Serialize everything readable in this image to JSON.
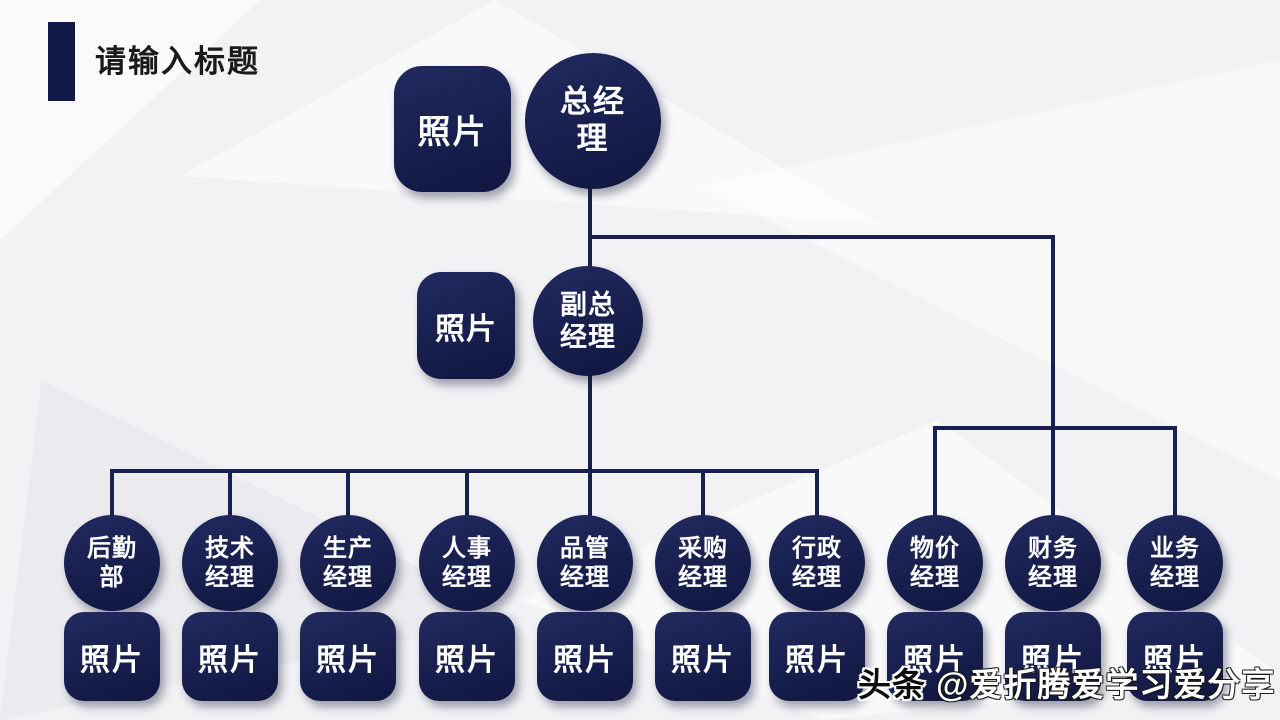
{
  "title": "请输入标题",
  "photo_label": "照片",
  "org": {
    "top": {
      "role": "总经理",
      "lines": [
        "总经",
        "理"
      ]
    },
    "vice": {
      "role": "副总经理",
      "lines": [
        "副总",
        "经理"
      ]
    },
    "departments": [
      {
        "role": "后勤部",
        "lines": [
          "后勤",
          "部"
        ]
      },
      {
        "role": "技术经理",
        "lines": [
          "技术",
          "经理"
        ]
      },
      {
        "role": "生产经理",
        "lines": [
          "生产",
          "经理"
        ]
      },
      {
        "role": "人事经理",
        "lines": [
          "人事",
          "经理"
        ]
      },
      {
        "role": "品管经理",
        "lines": [
          "品管",
          "经理"
        ]
      },
      {
        "role": "采购经理",
        "lines": [
          "采购",
          "经理"
        ]
      },
      {
        "role": "行政经理",
        "lines": [
          "行政",
          "经理"
        ]
      },
      {
        "role": "物价经理",
        "lines": [
          "物价",
          "经理"
        ]
      },
      {
        "role": "财务经理",
        "lines": [
          "财务",
          "经理"
        ]
      },
      {
        "role": "业务经理",
        "lines": [
          "业务",
          "经理"
        ]
      }
    ]
  },
  "watermark": {
    "brand": "头条",
    "handle": "@爱折腾爱学习爱分享"
  },
  "colors": {
    "node_navy": "#131a4a",
    "connector": "#17204e",
    "background": "#f2f2f5",
    "title_text": "#1a1a1a",
    "node_text": "#ffffff"
  }
}
